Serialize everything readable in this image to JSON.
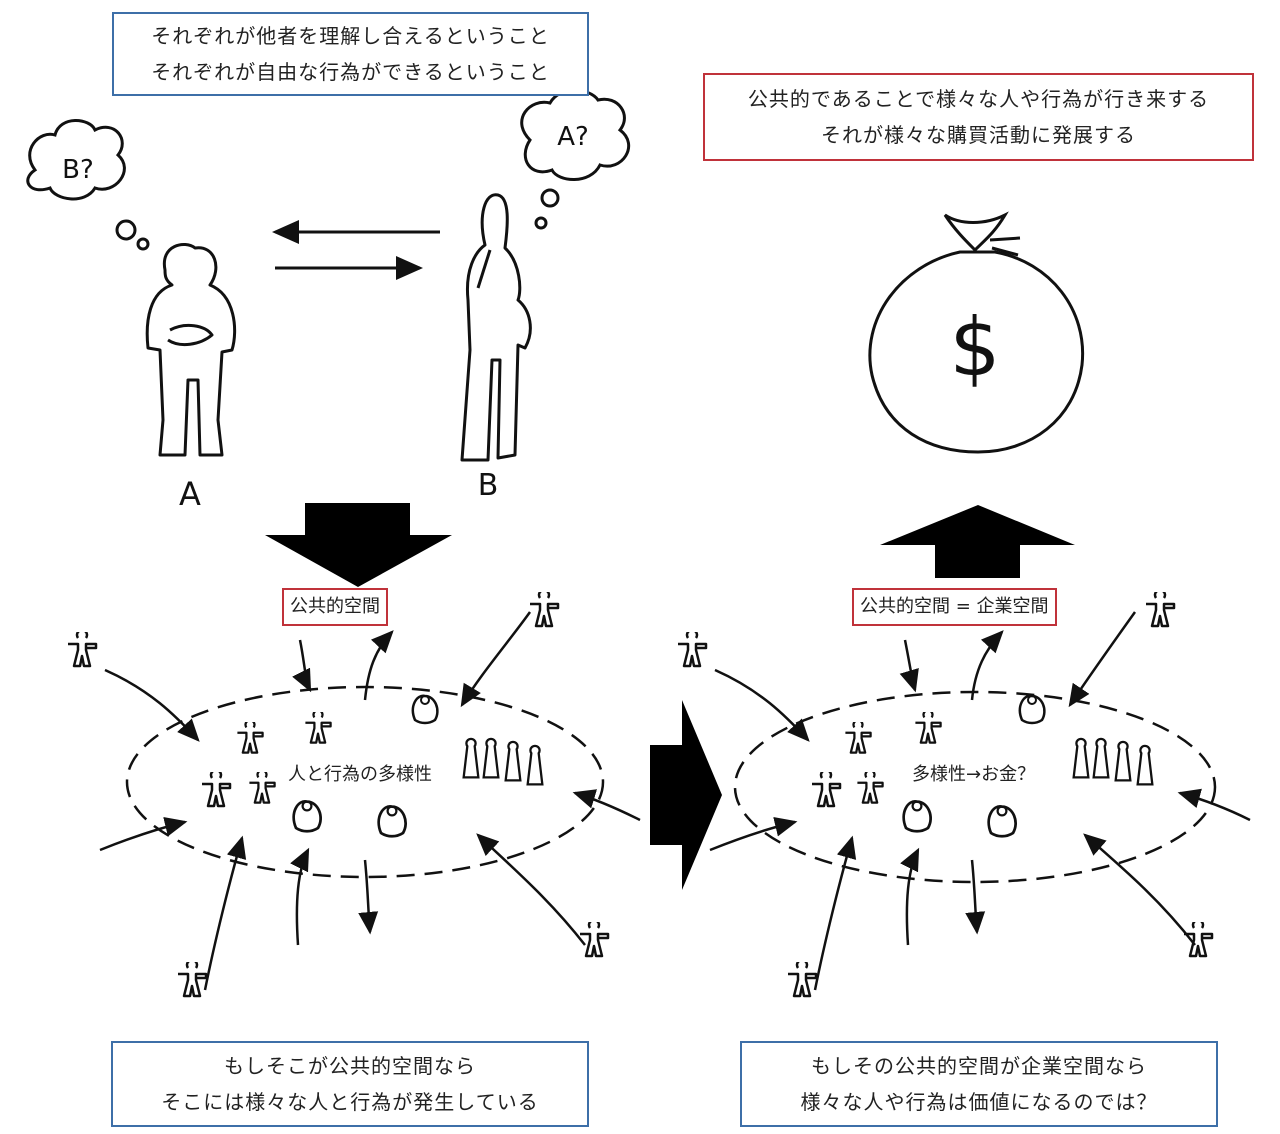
{
  "top_left_box": {
    "lines": [
      "それぞれが他者を理解し合えるということ",
      "それぞれが自由な行為ができるということ"
    ],
    "border_color": "#3d6fa8"
  },
  "top_right_box": {
    "lines": [
      "公共的であることで様々な人や行為が行き来する",
      "それが様々な購買活動に発展する"
    ],
    "border_color": "#c0323a"
  },
  "sketch": {
    "bubble_a_text": "B?",
    "bubble_b_text": "A?",
    "person_a_label": "A",
    "person_b_label": "B",
    "money_symbol": "$"
  },
  "left_space": {
    "label": "公共的空間",
    "center_text": "人と行為の多様性"
  },
  "right_space": {
    "label": "公共的空間 = 企業空間",
    "center_text": "多様性→お金？"
  },
  "bottom_left_box": {
    "lines": [
      "もしそこが公共的空間なら",
      "そこには様々な人と行為が発生している"
    ]
  },
  "bottom_right_box": {
    "lines": [
      "もしその公共的空間が企業空間なら",
      "様々な人や行為は価値になるのでは？"
    ]
  }
}
